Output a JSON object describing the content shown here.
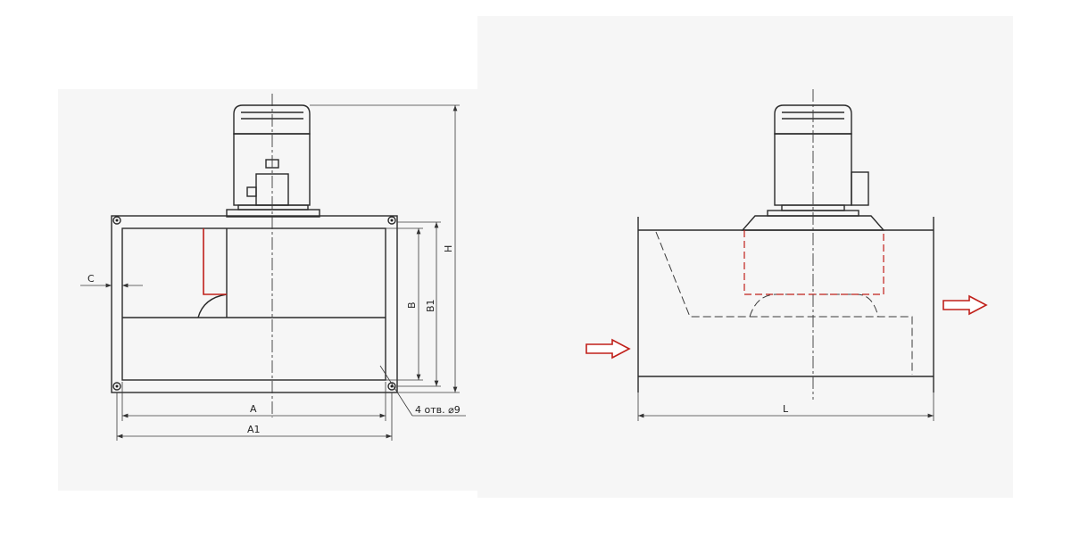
{
  "colors": {
    "line": "#2a2a2a",
    "accent": "#c0201a",
    "background": "#f6f6f6"
  },
  "front_view": {
    "dim_C": "C",
    "dim_A": "A",
    "dim_A1": "A1",
    "dim_B": "B",
    "dim_B1": "B1",
    "dim_H": "H",
    "holes_note": "4 отв. ⌀9"
  },
  "side_view": {
    "dim_L": "L",
    "inlet_arrow_icon": "arrow-right-icon",
    "outlet_arrow_icon": "arrow-right-icon"
  }
}
